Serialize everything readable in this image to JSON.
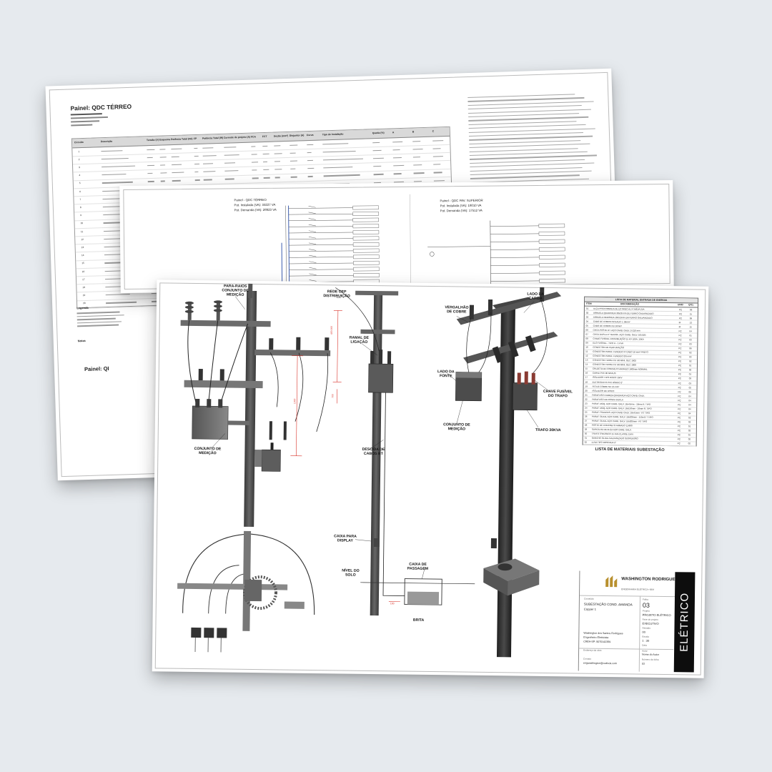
{
  "sheet_back": {
    "panel_title_1": "Painel: QDC TÉRREO",
    "panel_title_2": "Painel: QI",
    "table_headers": [
      "Circuito",
      "Descrição",
      "Tensão (V)",
      "Esquema",
      "Potência Total (VA)",
      "FP",
      "Potência Total (W)",
      "Corrente de projeto (A)",
      "FCA",
      "FCT",
      "Seção (mm²)",
      "Disjuntor (A)",
      "Curva",
      "Tipo de Instalação",
      "Queda (%)",
      "A",
      "B",
      "C"
    ],
    "row_labels": [
      "1",
      "2",
      "3",
      "4",
      "5",
      "6",
      "7",
      "8",
      "9",
      "10",
      "11",
      "12",
      "13",
      "14",
      "15",
      "16",
      "17",
      "18",
      "19",
      "20"
    ],
    "legend_title": "Legenda",
    "notes_title": "Notas"
  },
  "sheet_mid": {
    "panel_a": [
      "Painel - QDC TÉRREO",
      "Pot. Instalada (VA): 33227 VA",
      "Pot. Demanda (VA): 28923 VA"
    ],
    "panel_b": [
      "Painel - QDC PAV. SUPERIOR",
      "Pot. Instalada (VA): 18010 VA",
      "Pot. Demanda (VA): 17512 VA"
    ]
  },
  "sheet_front": {
    "callouts": {
      "para_raios": "PARA-RAIOS CONJUNTO DE MEDIÇÃO",
      "rede": "REDE CEP DISTRIBUIÇÃO",
      "lado_carga": "LADO DA CARGA",
      "vergalhao": "VERGALHÃO DE COBRE",
      "ramal": "RAMAL DE LIGAÇÃO",
      "lado_fonte": "LADO DA FONTE",
      "chave_fusivel": "CHAVE FUSÍVEL DO TRAFO",
      "conjunto_medicao_2": "CONJUNTO DE MEDIÇÃO",
      "trafo": "TRAFO 30KVA",
      "conjunto_medicao": "CONJUNTO DE MEDIÇÃO",
      "descida": "DESCIDA DE CABOS BT",
      "caixa_display": "CAIXA PARA DISPLAY",
      "nivel_solo": "NÍVEL DO SOLO",
      "caixa_passagem": "CAIXA DE PASSAGEM",
      "brita": "BRITA",
      "dims": [
        "400.000",
        "1000",
        "700",
        "100"
      ]
    },
    "material_table": {
      "title": "LISTA DE MATERIAL ENTRADA DE ENERGIA",
      "headers": [
        "ITEM",
        "DISCRIMINAÇÃO",
        "UNID",
        "QTD."
      ],
      "rows": [
        [
          "01",
          "ALÇA PREFORMADA DE ESTRIBO AL P/ MÍDIA 25A",
          "PÇ",
          "06"
        ],
        [
          "02",
          "ARRUELA QUADRADA 38x38 mm DE FERRO GALVANIZADO",
          "PÇ",
          "15"
        ],
        [
          "03",
          "ARRUELA REDONDA 18x3,0mm EM FERRO GALVANIZADO",
          "PÇ",
          "06"
        ],
        [
          "04",
          "CABO DE COBRE ISOLADO 1 16mm²",
          "M",
          "12"
        ],
        [
          "05",
          "CABO DE COBRE NU 16mm²",
          "M",
          "15"
        ],
        [
          "06",
          "CINTA POSTE DT. AÇO CARB. GALV. D-210 mm",
          "PÇ",
          "04"
        ],
        [
          "07",
          "CINTA DUPLA P/ TRANSF. AÇO CARB. GALV. 165/185",
          "PÇ",
          "01"
        ],
        [
          "08",
          "CHAVE FUSÍVEL DISTRIBUIÇÃO 15 KV 100A, 10KA",
          "PÇ",
          "03"
        ],
        [
          "09",
          "ELO FUSÍVEL - TIPO H - 1 KVA",
          "PÇ",
          "03"
        ],
        [
          "10",
          "CONECTOR DE PERFURAÇÃO",
          "PÇ",
          "06"
        ],
        [
          "11",
          "CONECTOR PARAF. FENDIDO P/ CABO 16 mm² PRETO",
          "PÇ",
          "02"
        ],
        [
          "12",
          "CONECTOR PARAF. FENDIDO 2/0 mm²",
          "PÇ",
          "03"
        ],
        [
          "13",
          "CONECTOR TERRA CU 5/8 MINI, GEC 1002",
          "PÇ",
          "02"
        ],
        [
          "14",
          "CONECTOR TERRA CU 5/8 MINI, GEC 1008",
          "PÇ",
          "01"
        ],
        [
          "15",
          "CRUZETA DE CONCRETO ARMADO 1600mm NORMAL",
          "PÇ",
          "02"
        ],
        [
          "16",
          "CURVA PVC 90 GRAUS",
          "PÇ",
          "01"
        ],
        [
          "17",
          "ISOLADOR TIPO DISCO 15KV",
          "PÇ",
          "03"
        ],
        [
          "18",
          "ELETRODUTO PVC RÍGIDO 2\"",
          "PÇ",
          "03"
        ],
        [
          "19",
          "FIO DE COBRE NU 25 mm²",
          "PÇ",
          "02"
        ],
        [
          "20",
          "ISOLADOR DE DISCO",
          "PÇ",
          "06"
        ],
        [
          "21",
          "PARAFUSO CABEÇA QUADRADA AÇO CARB. GALV.",
          "PÇ",
          "04"
        ],
        [
          "22",
          "PARAFUSO DE ROSCA DUPLA",
          "PÇ",
          "04"
        ],
        [
          "23",
          "PARAF. MÁQ. AÇO CARB. GALV. 16x45mm - 16mm R. TIPO",
          "PÇ",
          "04"
        ],
        [
          "24",
          "PARAF. MÁQ. AÇO CARB. GALV. 16x150mm - 16mm R. TIPO",
          "PÇ",
          "04"
        ],
        [
          "25",
          "PARAF. FRANCES. AÇO CARB. GALV. 16x45mm - RT TIPO",
          "PÇ",
          "04"
        ],
        [
          "26",
          "PARAF. OLHAL AÇO CARB. GALV. 16x200mm - 150x45 T TIPO",
          "PÇ",
          "02"
        ],
        [
          "27",
          "PARAF. OLHAL AÇO CARB. GALV. 16x200mm - RT TIPO",
          "PÇ",
          "02"
        ],
        [
          "28",
          "POSTE DE CONCRETO ARMADO 11/600",
          "PÇ",
          "01"
        ],
        [
          "29",
          "SAPATILHA DE ALÇA AÇO CARB. GALV.",
          "PÇ",
          "02"
        ],
        [
          "30",
          "TRAFO TRIFÁSICO 15 KVA CLASSE 15KV",
          "PÇ",
          "01"
        ],
        [
          "31",
          "GANCHO OLHAL GALVANIZADO SUSPENSÃO",
          "PÇ",
          "02"
        ],
        [
          "32",
          "LUVA TIPO ROSCADA 2\"",
          "PÇ",
          "02"
        ]
      ],
      "subtitle": "LISTA DE MATERIAIS SUBESTAÇÃO"
    },
    "title_block": {
      "company": "WASHINGTON RODRIGUES",
      "tagline": "ENGENHARIA ELÉTRICA • BIM",
      "vertical": "ELÉTRICO",
      "conteudo_label": "Conteúdo",
      "conteudo": "SUBESTAÇÃO COND. AMANDA",
      "conteudo_2": "Copper 1",
      "folha_label": "Folha",
      "folha": "03",
      "projeto_label": "Projeto",
      "projeto": "PROJETO ELÉTRICO",
      "fase_label": "Fase do projeto",
      "fase": "EXECUTIVO",
      "revisao_label": "Revisão",
      "revisao": "00",
      "escala_label": "Escala",
      "escala": "1 : 30",
      "data_label": "Data",
      "engineer": "Washington dos Santos Rodrigues",
      "engineer_title": "Engenheiro Eletricista",
      "crea": "CREA-SP: 5070142359",
      "endereco_label": "Endereço da obra",
      "autor_label": "Autor",
      "autor": "Nome do Autor",
      "email_label": "Contato",
      "email": "engwashington@outlook.com",
      "numero_label": "Número da folha",
      "numero": "03"
    }
  },
  "colors": {
    "background": "#e6eaee",
    "sheet": "#ffffff",
    "structure": "#5a5a5a",
    "dark_structure": "#333333",
    "dimension_red": "#d9342b",
    "brand_gold": "#b8902e",
    "blue_bus": "#3f5fb0"
  },
  "icons": [
    "brand-logo-icon"
  ]
}
